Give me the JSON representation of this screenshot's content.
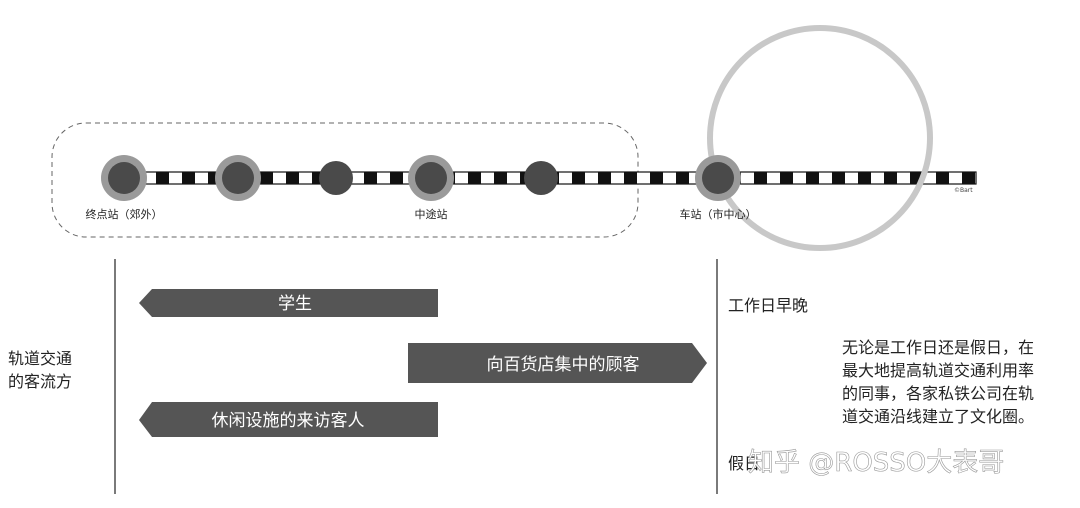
{
  "stations": [
    {
      "id": "terminal",
      "label": "终点站（郊外）",
      "ring": true
    },
    {
      "id": "s2",
      "label": "",
      "ring": true
    },
    {
      "id": "s3",
      "label": "",
      "ring": false
    },
    {
      "id": "midway",
      "label": "中途站",
      "ring": true
    },
    {
      "id": "s5",
      "label": "",
      "ring": false
    },
    {
      "id": "city",
      "label": "车站（市中心）",
      "ring": true
    }
  ],
  "credit": "©Bart",
  "left_label": [
    "轨道交通",
    "的客流方"
  ],
  "flows": [
    {
      "label": "学生",
      "direction": "left"
    },
    {
      "label": "向百货店集中的顾客",
      "direction": "right"
    },
    {
      "label": "休闲设施的来访客人",
      "direction": "left"
    }
  ],
  "time_labels": {
    "weekday": "工作日早晚",
    "holiday": "假日"
  },
  "note": [
    "无论是工作日还是假日，在",
    "最大地提高轨道交通利用率",
    "的同事，各家私铁公司在轨",
    "道交通沿线建立了文化圈。"
  ],
  "watermark": "知乎 @ROSSO大表哥",
  "colors": {
    "arrow": "#555555",
    "station_fill": "#4a4a4a",
    "ring": "#c8c8c8",
    "track": "#111111"
  }
}
